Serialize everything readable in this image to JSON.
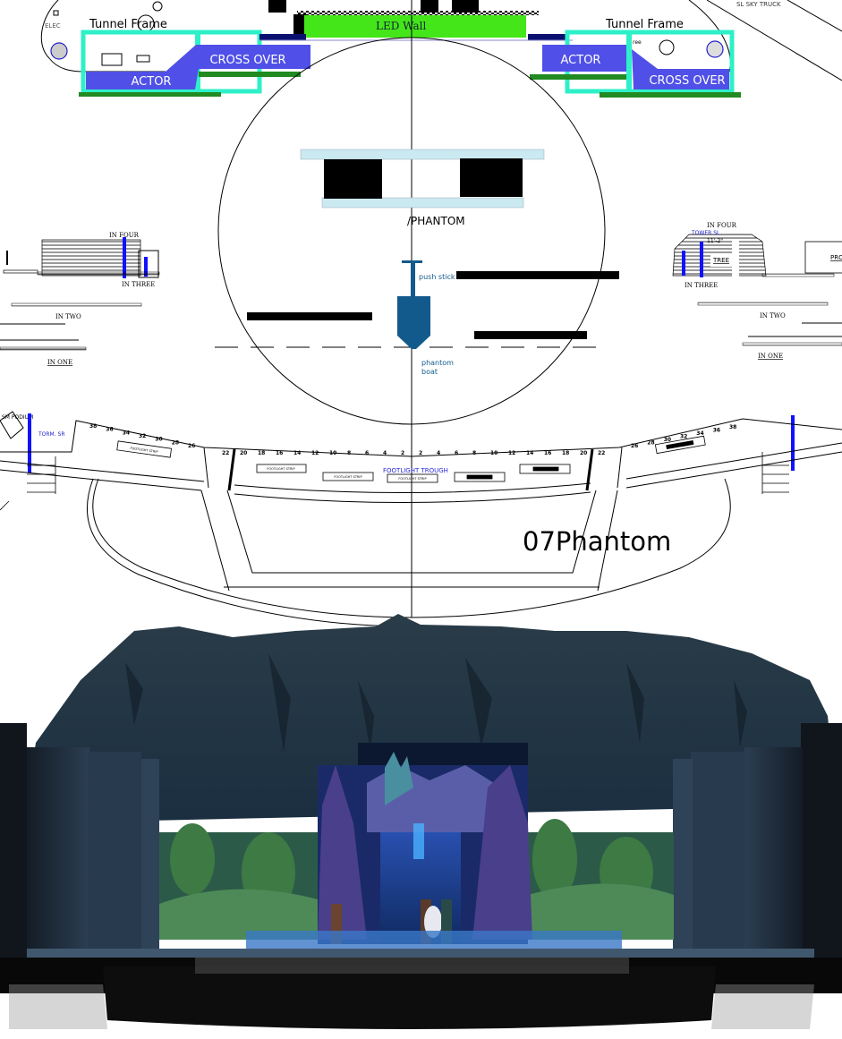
{
  "plan": {
    "left": {
      "tunnel_frame": "Tunnel Frame",
      "actor": "ACTOR",
      "cross_over": "CROSS OVER",
      "elec": "ELEC",
      "in_four": "IN FOUR",
      "in_three": "IN THREE",
      "in_two": "IN TWO",
      "in_one": "IN ONE",
      "sm_podium": "SM PODIUM",
      "torm": "TORM. SR"
    },
    "right": {
      "tunnel_frame": "Tunnel Frame",
      "actor": "ACTOR",
      "cross_over": "CROSS OVER",
      "sky_truck": "SL SKY TRUCK",
      "tree_small": "ree",
      "in_four": "IN FOUR",
      "tower": "TOWER SL",
      "height": "11'-2\"",
      "tree": "TREE",
      "in_three": "IN THREE",
      "in_two": "IN TWO",
      "in_one": "IN ONE",
      "pro": "PRO"
    },
    "led_wall": "LED Wall",
    "center": {
      "phantom": "/PHANTOM",
      "push_stick": "push stick",
      "phantom_boat_1": "phantom",
      "phantom_boat_2": "boat"
    },
    "apron": {
      "left_numbers": [
        "38",
        "36",
        "34",
        "32",
        "30",
        "28",
        "26"
      ],
      "center_numbers": [
        "22",
        "20",
        "18",
        "16",
        "14",
        "12",
        "10",
        "8",
        "6",
        "4",
        "2",
        "2",
        "4",
        "6",
        "8",
        "10",
        "12",
        "14",
        "16",
        "18",
        "20",
        "22"
      ],
      "right_numbers": [
        "26",
        "28",
        "30",
        "32",
        "34",
        "36",
        "38"
      ],
      "footlight_trough": "FOOTLIGHT TROUGH",
      "footlight_strip": "FOOTLIGHT STRIP"
    },
    "scene_title": "07Phantom"
  },
  "colors": {
    "actor_blue": "#5050e8",
    "frame_cyan": "#2ef0c8",
    "green_bar": "#218a21",
    "led_green": "#44e61a",
    "boat_blue": "#135a8c",
    "trough_blue": "#2a2ae0"
  }
}
